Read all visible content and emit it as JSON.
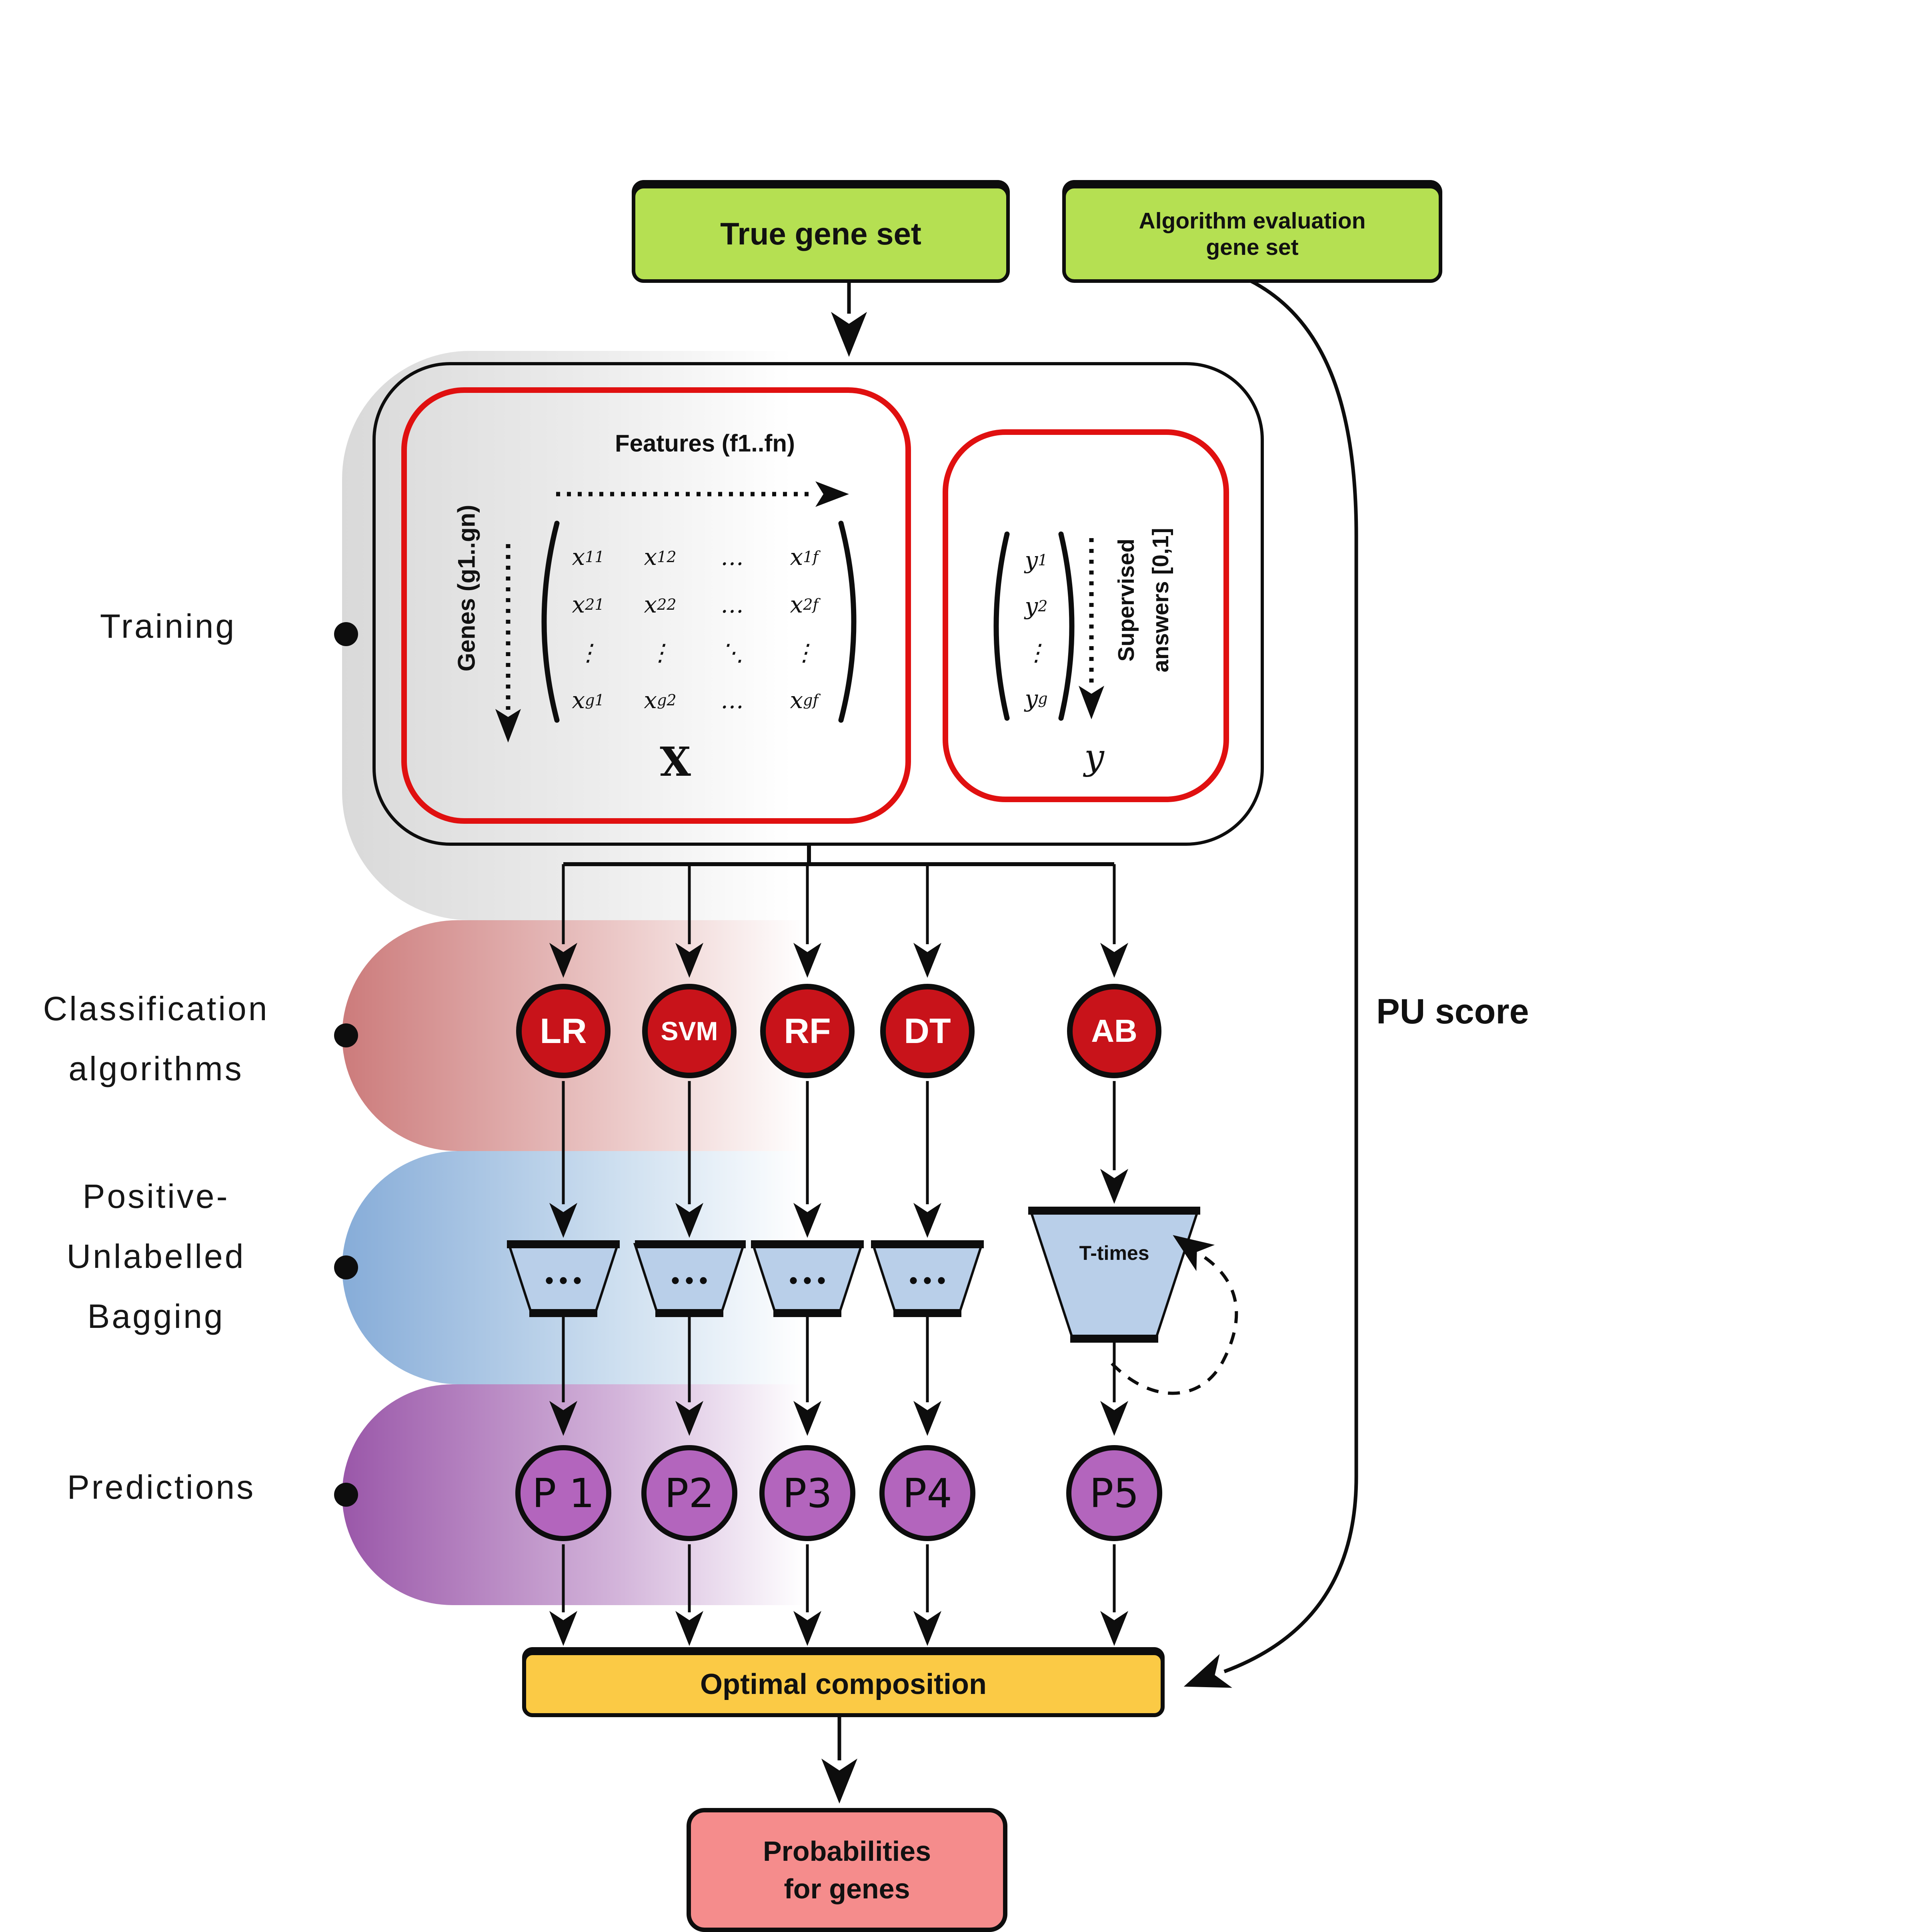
{
  "colors": {
    "green": "#b5e052",
    "node-red": "#c8131a",
    "trap-blue": "#b9cfe9",
    "pred-purple": "#b365bd",
    "yellow": "#fbca45",
    "pink": "#f58c8c",
    "red-outline": "#e01010",
    "band-gray": "#d9d9d9",
    "band-red": "#cc7b7b",
    "band-blue": "#86acd8",
    "band-purple": "#9a57a9",
    "ink": "#0d0d0d"
  },
  "top": {
    "true_gene_set": "True gene set",
    "algo_eval_line1": "Algorithm evaluation",
    "algo_eval_line2": "gene set"
  },
  "side": {
    "training": "Training",
    "classification_line1": "Classification",
    "classification_line2": "algorithms",
    "bagging_line1": "Positive-",
    "bagging_line2": "Unlabelled",
    "bagging_line3": "Bagging",
    "predictions": "Predictions"
  },
  "training": {
    "features_label": "Features (f1..fn)",
    "genes_label": "Genes (g1..gn)",
    "supervised_line1": "Supervised",
    "supervised_line2": "answers [0,1]",
    "matrix_label": "X",
    "vector_label": "y",
    "matrix": {
      "r0": [
        {
          "b": "x",
          "s": "11"
        },
        {
          "b": "x",
          "s": "12"
        },
        {
          "b": "…",
          "s": ""
        },
        {
          "b": "x",
          "s": "1f"
        }
      ],
      "r1": [
        {
          "b": "x",
          "s": "21"
        },
        {
          "b": "x",
          "s": "22"
        },
        {
          "b": "…",
          "s": ""
        },
        {
          "b": "x",
          "s": "2f"
        }
      ],
      "r2": [
        {
          "b": "⋮",
          "s": ""
        },
        {
          "b": "⋮",
          "s": ""
        },
        {
          "b": "⋱",
          "s": ""
        },
        {
          "b": "⋮",
          "s": ""
        }
      ],
      "r3": [
        {
          "b": "x",
          "s": "g1"
        },
        {
          "b": "x",
          "s": "g2"
        },
        {
          "b": "…",
          "s": ""
        },
        {
          "b": "x",
          "s": "gf"
        }
      ]
    },
    "vector": [
      {
        "b": "y",
        "s": "1"
      },
      {
        "b": "y",
        "s": "2"
      },
      {
        "b": "⋮",
        "s": ""
      },
      {
        "b": "y",
        "s": "g"
      }
    ]
  },
  "algorithms": [
    "LR",
    "SVM",
    "RF",
    "DT",
    "AB"
  ],
  "bagging": {
    "dots": "•••",
    "t_times": "T-times"
  },
  "predictions": [
    "P 1",
    "P2",
    "P3",
    "P4",
    "P5"
  ],
  "outputs": {
    "optimal": "Optimal composition",
    "prob_line1": "Probabilities",
    "prob_line2": "for genes",
    "pu_score": "PU score"
  }
}
